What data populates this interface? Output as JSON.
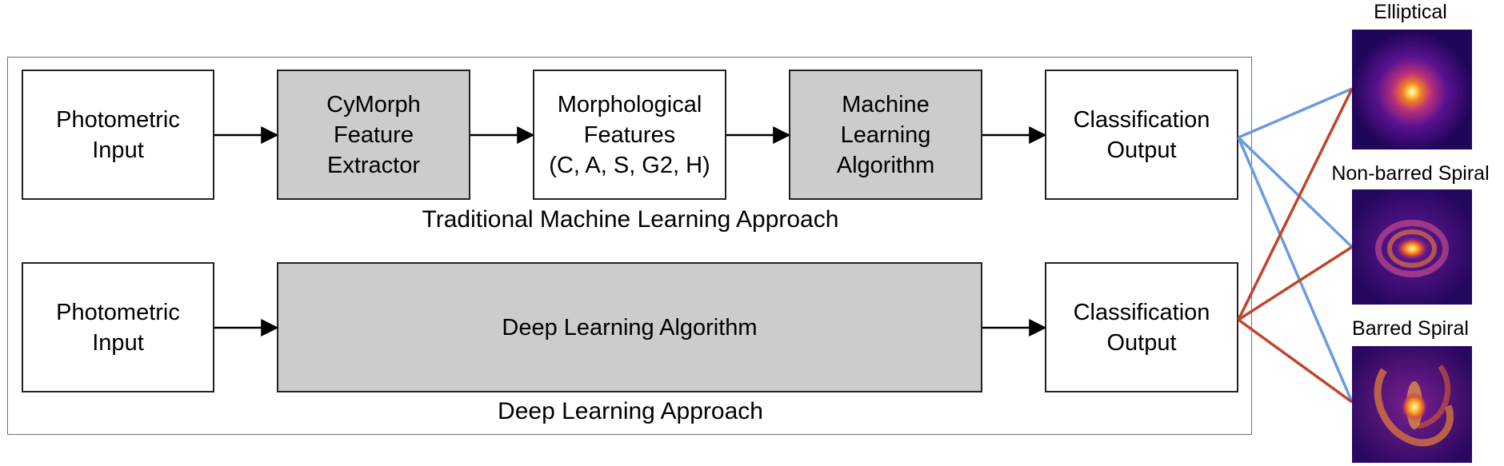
{
  "traditional": {
    "caption": "Traditional Machine Learning Approach",
    "boxes": [
      {
        "lines": [
          "Photometric",
          "Input"
        ]
      },
      {
        "lines": [
          "CyMorph",
          "Feature",
          "Extractor"
        ]
      },
      {
        "lines": [
          "Morphological",
          "Features",
          "(C, A, S, G2, H)"
        ]
      },
      {
        "lines": [
          "Machine",
          "Learning",
          "Algorithm"
        ]
      },
      {
        "lines": [
          "Classification",
          "Output"
        ]
      }
    ]
  },
  "deep": {
    "caption": "Deep Learning Approach",
    "boxes": [
      {
        "lines": [
          "Photometric",
          "Input"
        ]
      },
      {
        "lines": [
          "Deep Learning Algorithm"
        ]
      },
      {
        "lines": [
          "Classification",
          "Output"
        ]
      }
    ]
  },
  "galaxies": [
    {
      "label": "Elliptical"
    },
    {
      "label": "Non-barred Spiral"
    },
    {
      "label": "Barred Spiral"
    }
  ],
  "colors": {
    "traditional_link": "#6a9be0",
    "deep_link": "#c0442a",
    "box_fill_gray": "#cccccc",
    "box_border": "#222222"
  }
}
